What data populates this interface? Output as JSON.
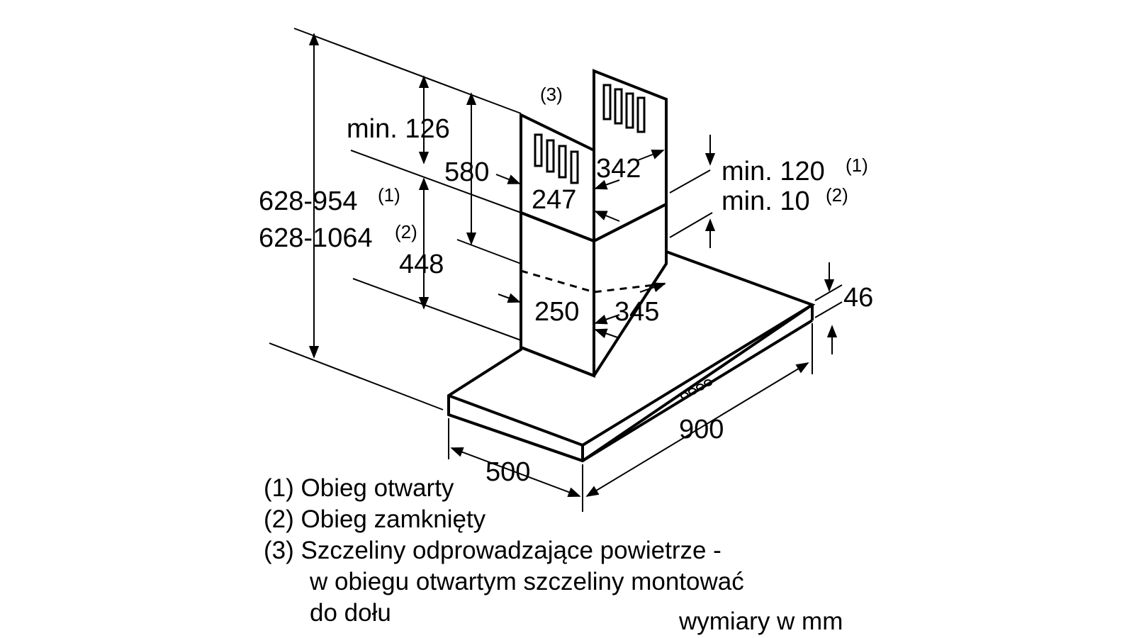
{
  "dimensions": {
    "total_height_1": "628-954",
    "total_height_1_note": "(1)",
    "total_height_2": "628-1064",
    "total_height_2_note": "(2)",
    "min_top": "min. 126",
    "upper_chimney": "580",
    "lower_chimney": "448",
    "upper_width": "247",
    "upper_depth": "342",
    "lower_width": "250",
    "lower_depth": "345",
    "ceiling_gap_1": "min. 120",
    "ceiling_gap_1_note": "(1)",
    "ceiling_gap_2": "min. 10",
    "ceiling_gap_2_note": "(2)",
    "canopy_height": "46",
    "canopy_width": "900",
    "canopy_depth": "500",
    "slots_note": "(3)"
  },
  "legend": {
    "item1": "(1) Obieg otwarty",
    "item2": "(2) Obieg zamknięty",
    "item3_line1": "(3) Szczeliny odprowadzające powietrze -",
    "item3_line2": "w obiegu otwartym szczeliny montować",
    "item3_line3": "do dołu",
    "units": "wymiary w mm"
  }
}
